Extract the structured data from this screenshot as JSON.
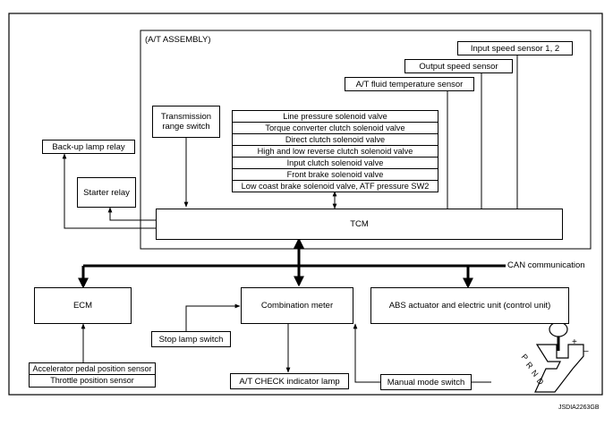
{
  "assembly_label": "(A/T ASSEMBLY)",
  "tcm": "TCM",
  "sensors": {
    "input_speed": "Input speed sensor 1, 2",
    "output_speed": "Output speed sensor",
    "fluid_temp": "A/T fluid temperature sensor"
  },
  "transmission_range_switch": "Transmission range switch",
  "solenoids": [
    "Line pressure solenoid valve",
    "Torque converter clutch solenoid valve",
    "Direct clutch solenoid valve",
    "High and low reverse clutch solenoid valve",
    "Input clutch solenoid valve",
    "Front brake solenoid valve",
    "Low coast brake solenoid valve, ATF pressure SW2"
  ],
  "backup_lamp_relay": "Back-up lamp relay",
  "starter_relay": "Starter relay",
  "can_label": "CAN communication",
  "ecm": "ECM",
  "combination_meter": "Combination meter",
  "abs": "ABS actuator and electric unit (control unit)",
  "stop_lamp_switch": "Stop lamp switch",
  "accel_sensor": "Accelerator pedal position sensor",
  "throttle_sensor": "Throttle position sensor",
  "check_lamp": "A/T CHECK indicator lamp",
  "manual_mode_switch": "Manual mode switch",
  "shifter_letters": [
    "P",
    "R",
    "N",
    "D"
  ],
  "shifter_signs": [
    "+",
    "–"
  ],
  "figure_code": "JSDIA2263GB"
}
